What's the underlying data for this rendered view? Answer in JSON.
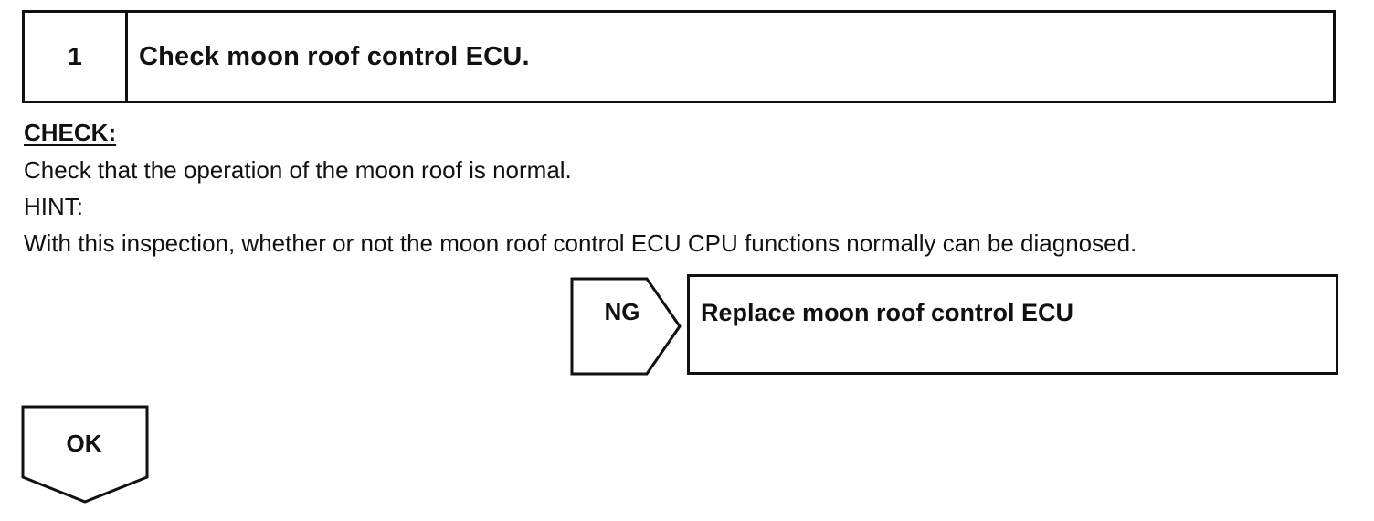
{
  "step": {
    "number": "1",
    "title": "Check moon roof control ECU."
  },
  "check": {
    "label": "CHECK:",
    "instruction": "Check that the operation of the moon roof is normal.",
    "hint_label": "HINT:",
    "hint_text": "With this inspection, whether or not the moon roof control ECU CPU functions normally can be diagnosed."
  },
  "ng_branch": {
    "label": "NG",
    "action": "Replace moon roof control ECU"
  },
  "ok_branch": {
    "label": "OK"
  }
}
